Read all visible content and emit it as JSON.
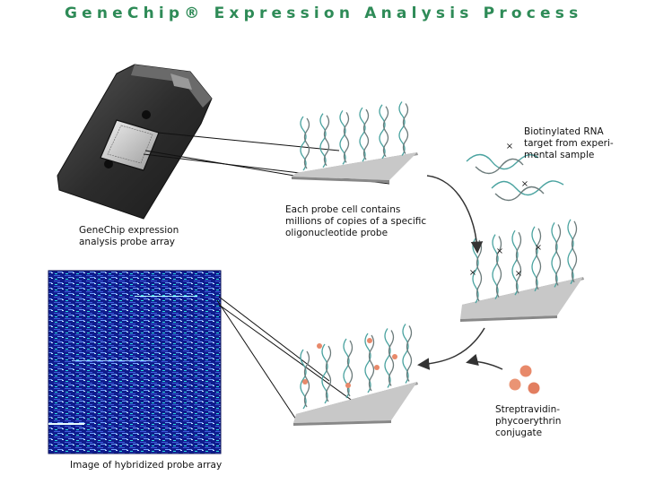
{
  "title": "GeneChip® Expression Analysis Process",
  "labels": {
    "probe_array": [
      "GeneChip expression",
      "analysis probe array"
    ],
    "probe_cell": [
      "Each probe cell contains",
      "millions of copies of a specific",
      "oligonucleotide probe"
    ],
    "rna_target": [
      "Biotinylated RNA",
      "target from experi-",
      "mental sample"
    ],
    "streptavidin": [
      "Streptravidin-",
      "phycoerythrin",
      "conjugate"
    ],
    "hybridized_image": "Image of hybridized probe array"
  },
  "colors": {
    "title": "#2e8b57",
    "chip_body": "#2c2c2c",
    "slide": "#c8c8c8",
    "strand_teal": "#4aa3a0",
    "strand_gray": "#6c7b7b",
    "scan_blue": "#1b2fb0",
    "dye": "#e88a6a"
  },
  "marker_symbol": "×"
}
